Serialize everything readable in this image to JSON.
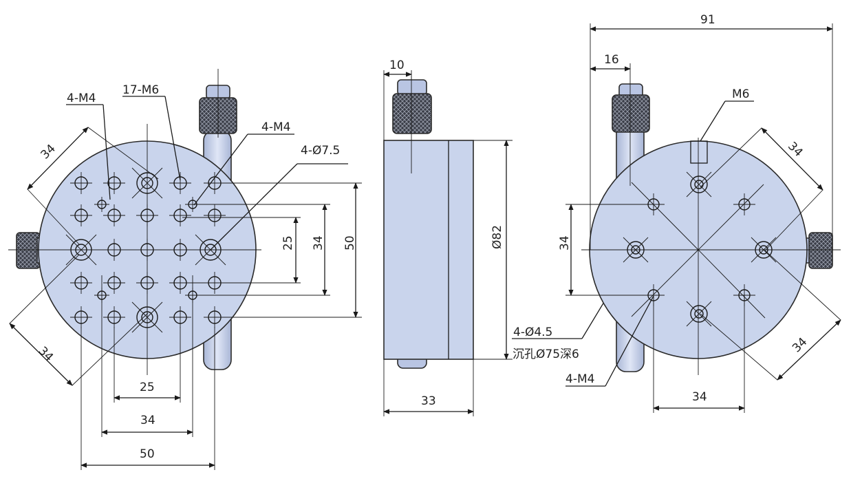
{
  "colors": {
    "body_fill": "#c9d4ec",
    "line": "#1a1a1a",
    "knob": "#3a3d47"
  },
  "front_view": {
    "callout_4m4_top_left": "4-M4",
    "callout_17m6": "17-M6",
    "callout_4m4_top_right": "4-M4",
    "callout_4d75": "4-Ø7.5",
    "dim_diag_top": "34",
    "dim_diag_bottom": "34",
    "dim_v_25": "25",
    "dim_v_34": "34",
    "dim_v_50": "50",
    "dim_h_25": "25",
    "dim_h_34": "34",
    "dim_h_50": "50"
  },
  "side_view": {
    "dim_10": "10",
    "dim_d82": "Ø82",
    "dim_33": "33",
    "callout_4d45": "4-Ø4.5",
    "callout_counterbore": "沉孔Ø75深6"
  },
  "rear_view": {
    "dim_91": "91",
    "dim_16": "16",
    "callout_m6": "M6",
    "dim_diag_top": "34",
    "dim_diag_bottom": "34",
    "dim_v_34": "34",
    "dim_h_34": "34",
    "callout_4m4": "4-M4"
  }
}
